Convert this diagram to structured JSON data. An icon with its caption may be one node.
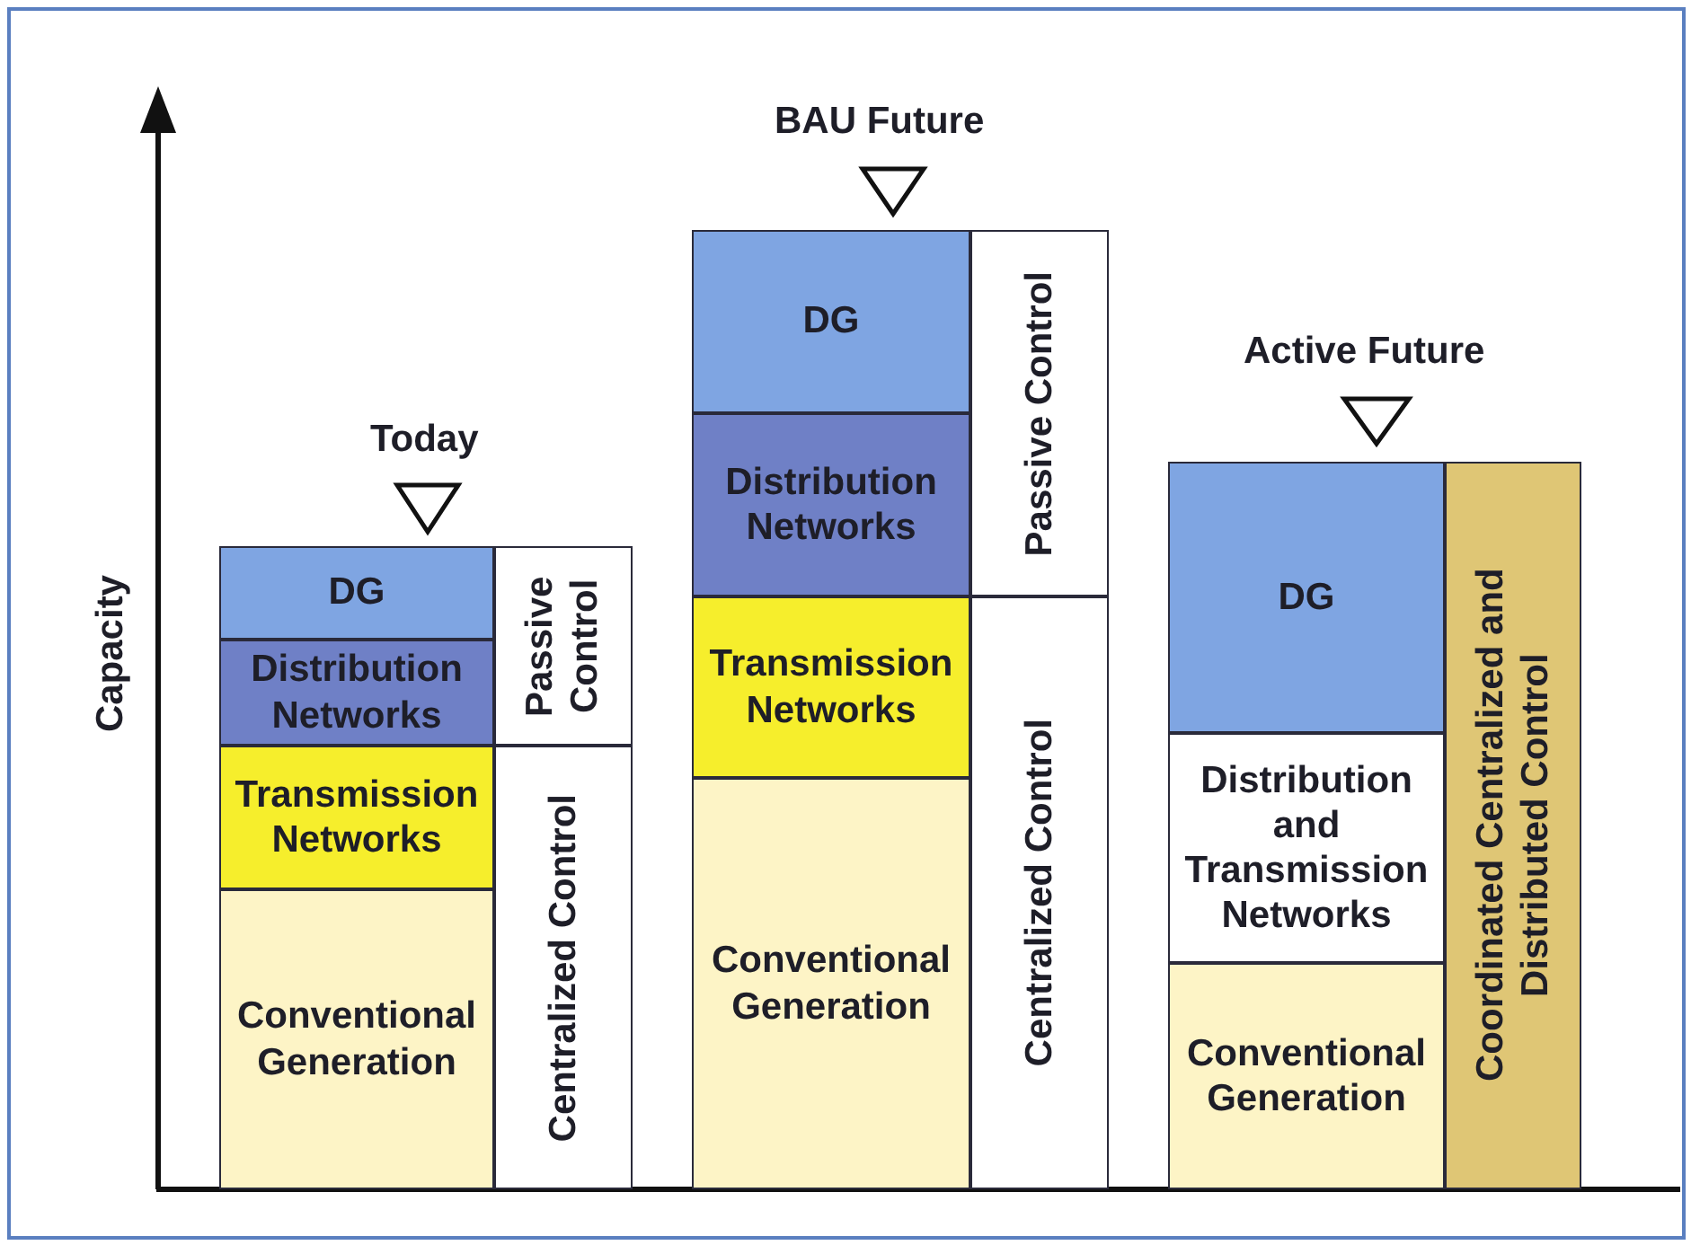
{
  "diagram": {
    "nodes": [
      {
        "text": [
          "DG"
        ]
      },
      {
        "text": [
          "Distribution Networks"
        ]
      },
      {
        "text": [
          "Transmission Networks"
        ]
      },
      {
        "text": [
          "Conventional Generation"
        ]
      },
      {
        "text": [
          "Passive Control"
        ]
      },
      {
        "text": [
          "Centralized Control"
        ]
      },
      {
        "text": [
          "DG"
        ]
      },
      {
        "text": [
          "Distribution Networks"
        ]
      },
      {
        "text": [
          "Transmission Networks"
        ]
      },
      {
        "text": [
          "Conventional Generation"
        ]
      },
      {
        "text": [
          "Passive Control"
        ]
      },
      {
        "text": [
          "Centralized Control"
        ]
      },
      {
        "text": [
          "DG"
        ]
      },
      {
        "text": [
          "Distribution and Transmission Networks"
        ]
      },
      {
        "text": [
          "Conventional Generation"
        ]
      },
      {
        "text": [
          "Coordinated Centralized and Distributed Control"
        ]
      }
    ],
    "labels": [
      "Capacity",
      "BAU Future",
      "Active Future",
      "Today"
    ]
  }
}
